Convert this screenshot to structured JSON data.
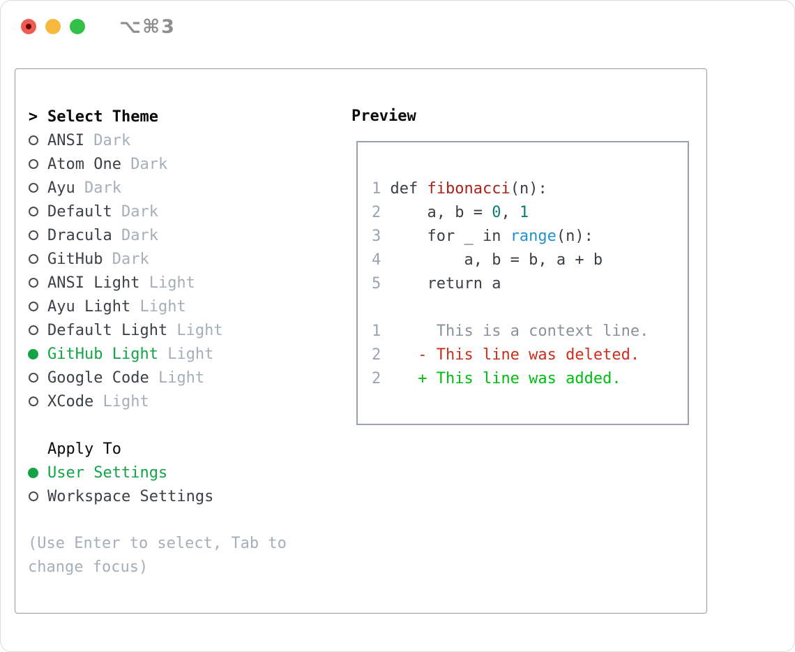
{
  "window": {
    "title": "⌥⌘3"
  },
  "titlebar_icons": [
    "close-button",
    "minimize-button",
    "zoom-button"
  ],
  "left_panel": {
    "header": {
      "prompt": ">",
      "label": "Select Theme"
    },
    "themes": [
      {
        "name": "ANSI",
        "variant": "Dark",
        "selected": false
      },
      {
        "name": "Atom One",
        "variant": "Dark",
        "selected": false
      },
      {
        "name": "Ayu",
        "variant": "Dark",
        "selected": false
      },
      {
        "name": "Default",
        "variant": "Dark",
        "selected": false
      },
      {
        "name": "Dracula",
        "variant": "Dark",
        "selected": false
      },
      {
        "name": "GitHub",
        "variant": "Dark",
        "selected": false
      },
      {
        "name": "ANSI Light",
        "variant": "Light",
        "selected": false
      },
      {
        "name": "Ayu Light",
        "variant": "Light",
        "selected": false
      },
      {
        "name": "Default Light",
        "variant": "Light",
        "selected": false
      },
      {
        "name": "GitHub Light",
        "variant": "Light",
        "selected": true
      },
      {
        "name": "Google Code",
        "variant": "Light",
        "selected": false
      },
      {
        "name": "XCode",
        "variant": "Light",
        "selected": false
      }
    ],
    "apply_to": {
      "header": "Apply To",
      "options": [
        {
          "label": "User Settings",
          "selected": true
        },
        {
          "label": "Workspace Settings",
          "selected": false
        }
      ]
    },
    "hint": "(Use Enter to select, Tab to change focus)"
  },
  "preview": {
    "header": "Preview",
    "code_lines": [
      {
        "num": "1",
        "tokens": [
          {
            "t": "def ",
            "s": "code"
          },
          {
            "t": "fibonacci",
            "s": "func"
          },
          {
            "t": "(n):",
            "s": "code"
          }
        ]
      },
      {
        "num": "2",
        "tokens": [
          {
            "t": "    a, b = ",
            "s": "code"
          },
          {
            "t": "0",
            "s": "num"
          },
          {
            "t": ", ",
            "s": "code"
          },
          {
            "t": "1",
            "s": "num"
          }
        ]
      },
      {
        "num": "3",
        "tokens": [
          {
            "t": "    for _ in ",
            "s": "code"
          },
          {
            "t": "range",
            "s": "builtin"
          },
          {
            "t": "(n):",
            "s": "code"
          }
        ]
      },
      {
        "num": "4",
        "tokens": [
          {
            "t": "        a, b = b, a + b",
            "s": "code"
          }
        ]
      },
      {
        "num": "5",
        "tokens": [
          {
            "t": "    return a",
            "s": "code"
          }
        ]
      },
      {
        "num": "",
        "tokens": []
      },
      {
        "num": "1",
        "tokens": [
          {
            "t": "     This is a context line.",
            "s": "context"
          }
        ]
      },
      {
        "num": "2",
        "tokens": [
          {
            "t": "   - This line was deleted.",
            "s": "deleted"
          }
        ]
      },
      {
        "num": "2",
        "tokens": [
          {
            "t": "   + This line was added.",
            "s": "added"
          }
        ]
      }
    ]
  },
  "colors": {
    "selection_green": "#12a445",
    "added_green": "#00bd13",
    "deleted_red": "#cc2e1c",
    "function_red": "#a8231b",
    "number_teal": "#0e7c72",
    "builtin_blue": "#2291cd",
    "code_default": "#3a3f46",
    "item_dark": "#3c4148",
    "muted_gray": "#a6aeb9",
    "line_number_gray": "#9aa3af",
    "context_gray": "#8b929c",
    "heading_black": "#0a0a0a",
    "title_gray": "#8e8e8e",
    "traffic_red": "#f05b51",
    "traffic_red_dot": "#5c0a03",
    "traffic_yellow": "#f6b83d",
    "traffic_green": "#32c146"
  }
}
